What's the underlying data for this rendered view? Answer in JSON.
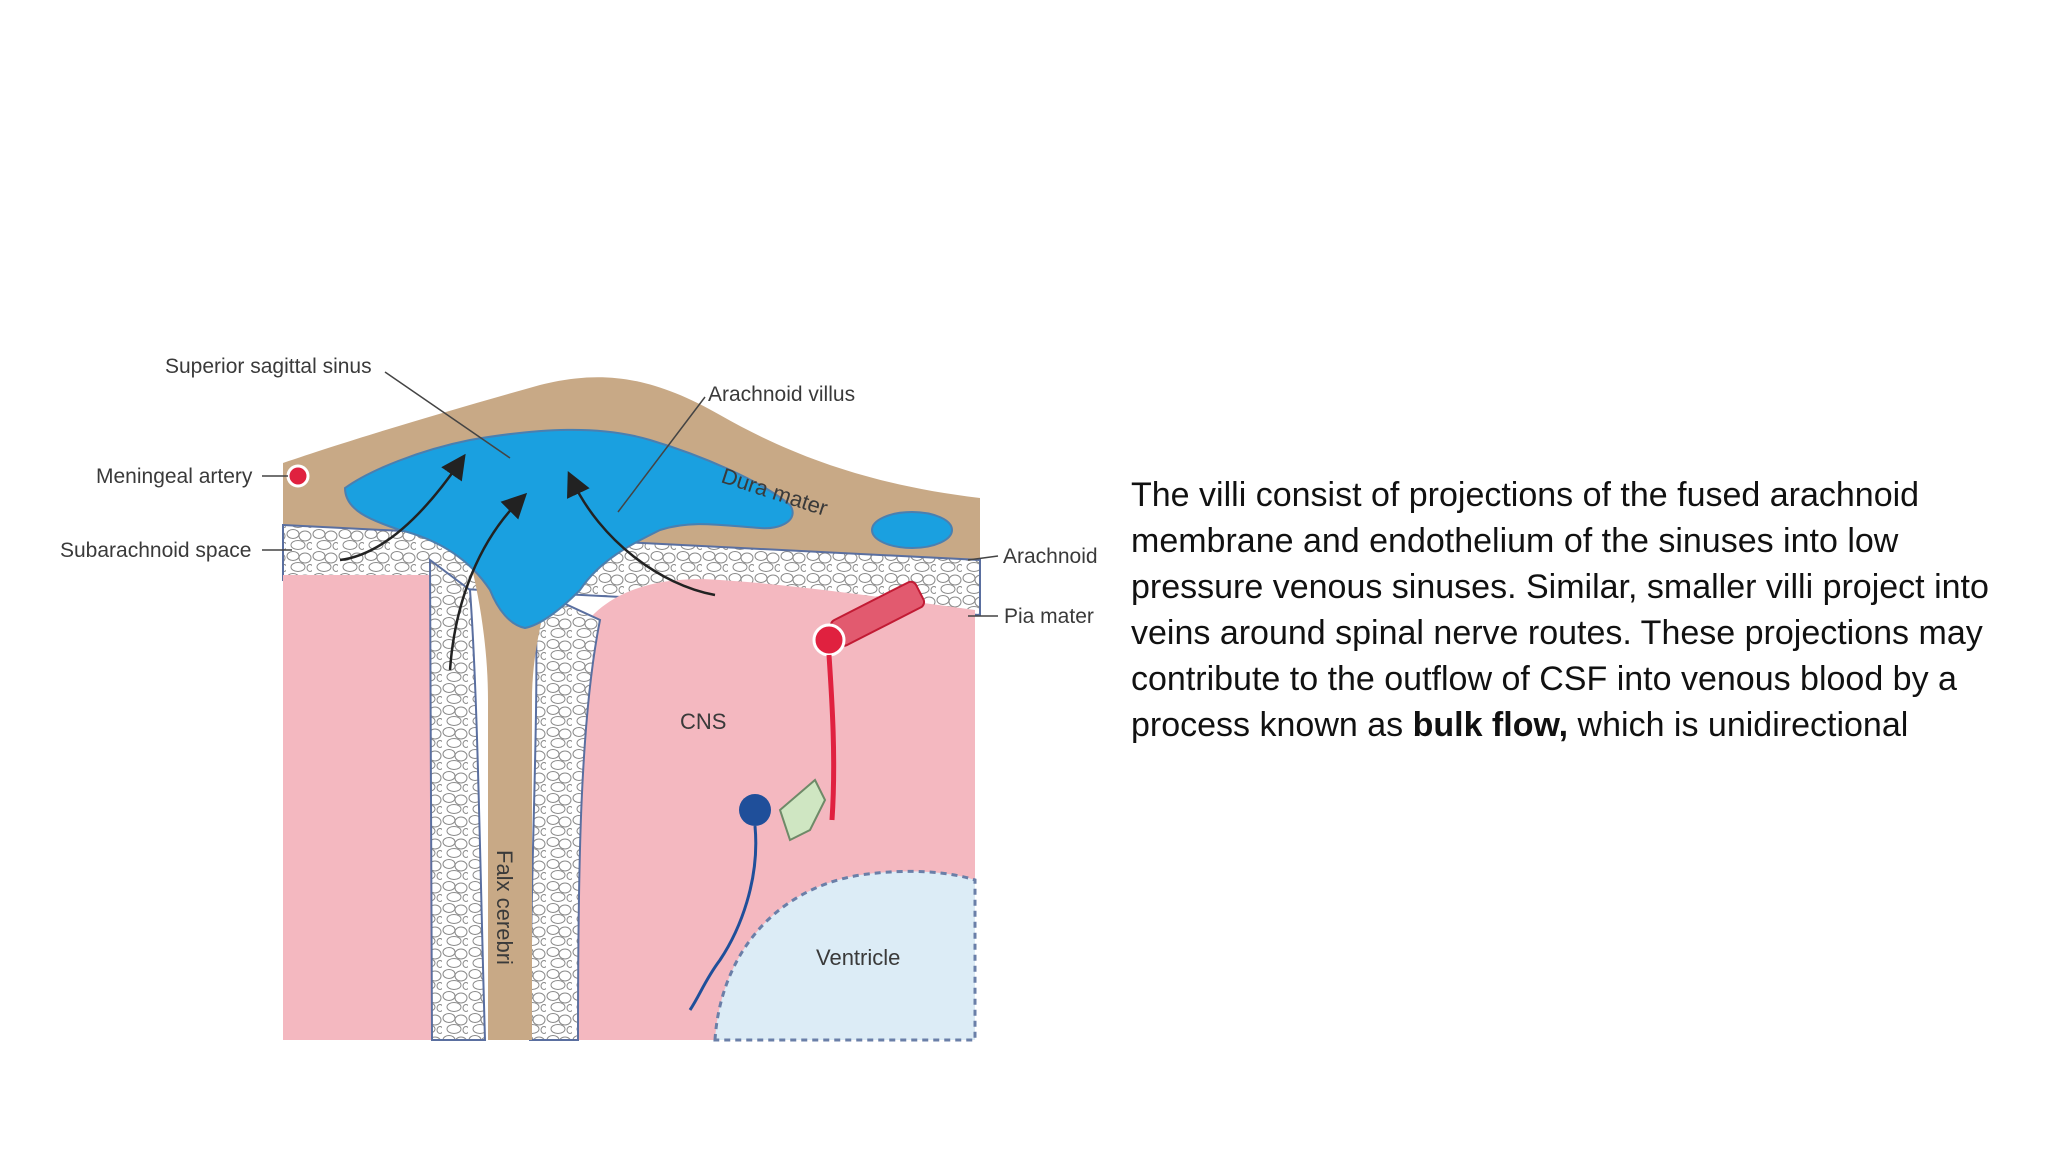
{
  "diagram": {
    "labels": {
      "superior_sagittal_sinus": "Superior sagittal sinus",
      "arachnoid_villus": "Arachnoid villus",
      "meningeal_artery": "Meningeal artery",
      "dura_mater": "Dura mater",
      "subarachnoid_space": "Subarachnoid space",
      "arachnoid": "Arachnoid",
      "pia_mater": "Pia mater",
      "cns": "CNS",
      "falx_cerebri": "Falx cerebri",
      "ventricle": "Ventricle"
    },
    "colors": {
      "dura": "#c8a986",
      "sinus": "#1aa0e0",
      "brain": "#f4b8c0",
      "ventricle": "#dcecf6",
      "artery": "#e0213f",
      "neuron": "#1f4f9a",
      "glia": "#cfe6c2"
    }
  },
  "text": {
    "paragraph_main": "The villi consist of projections of the fused arachnoid membrane and endothelium of the sinuses into low pressure venous sinuses. Similar, smaller villi project into veins around spinal nerve routes. These projections may contribute to the outflow of CSF into venous blood by a process known as ",
    "paragraph_bold": "bulk flow,",
    "paragraph_end": " which is unidirectional"
  }
}
